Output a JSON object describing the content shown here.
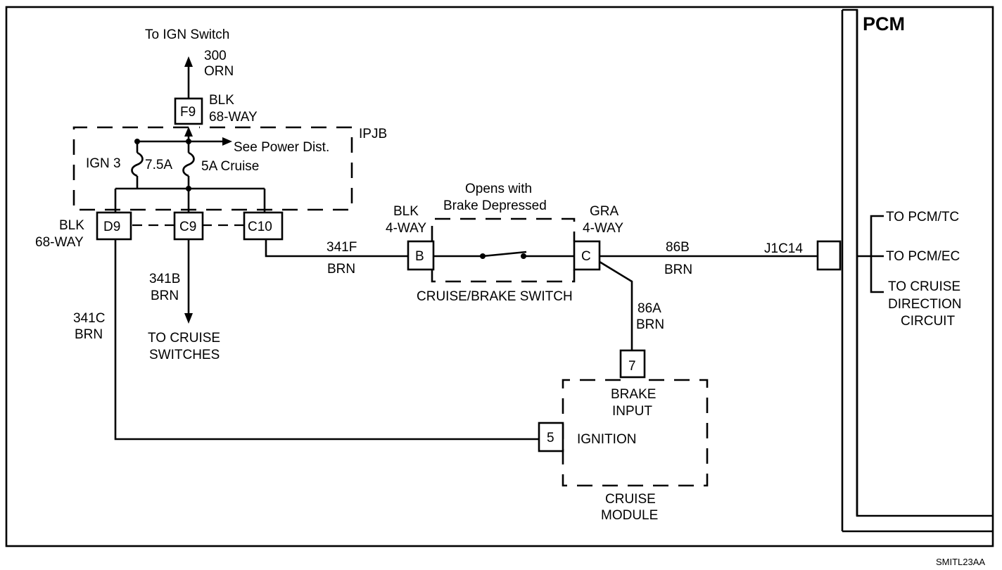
{
  "labels": {
    "to_ign_switch": "To IGN Switch",
    "w300": "300",
    "orn": "ORN",
    "blk_top": "BLK",
    "way68_top": "68-WAY",
    "ipjb": "IPJB",
    "see_power": "See Power Dist.",
    "ign3": "IGN 3",
    "fuse_75": "7.5A",
    "fuse_5": "5A Cruise",
    "blk_left": "BLK",
    "way68_left": "68-WAY",
    "w341b": "341B",
    "brn_341b": "BRN",
    "to_cruise_sw_1": "TO CRUISE",
    "to_cruise_sw_2": "SWITCHES",
    "w341c": "341C",
    "brn_341c": "BRN",
    "w341f": "341F",
    "brn_341f": "BRN",
    "blk_4way": "BLK",
    "way4_b": "4-WAY",
    "opens_1": "Opens with",
    "opens_2": "Brake Depressed",
    "gra": "GRA",
    "way4_c": "4-WAY",
    "cruise_brake_switch": "CRUISE/BRAKE SWITCH",
    "w86b": "86B",
    "brn_86b": "BRN",
    "j1c14": "J1C14",
    "w86a": "86A",
    "brn_86a": "BRN",
    "brake_input_1": "BRAKE",
    "brake_input_2": "INPUT",
    "ignition": "IGNITION",
    "cruise_module_1": "CRUISE",
    "cruise_module_2": "MODULE",
    "pcm": "PCM",
    "to_pcm_tc": "TO PCM/TC",
    "to_pcm_ec": "TO PCM/EC",
    "to_cruise_dir_1": "TO CRUISE",
    "to_cruise_dir_2": "DIRECTION",
    "to_cruise_dir_3": "CIRCUIT",
    "figure_code": "SMITL23AA"
  },
  "connectors": {
    "f9": "F9",
    "d9": "D9",
    "c9": "C9",
    "c10": "C10",
    "b": "B",
    "c": "C",
    "pin7": "7",
    "pin5": "5"
  }
}
